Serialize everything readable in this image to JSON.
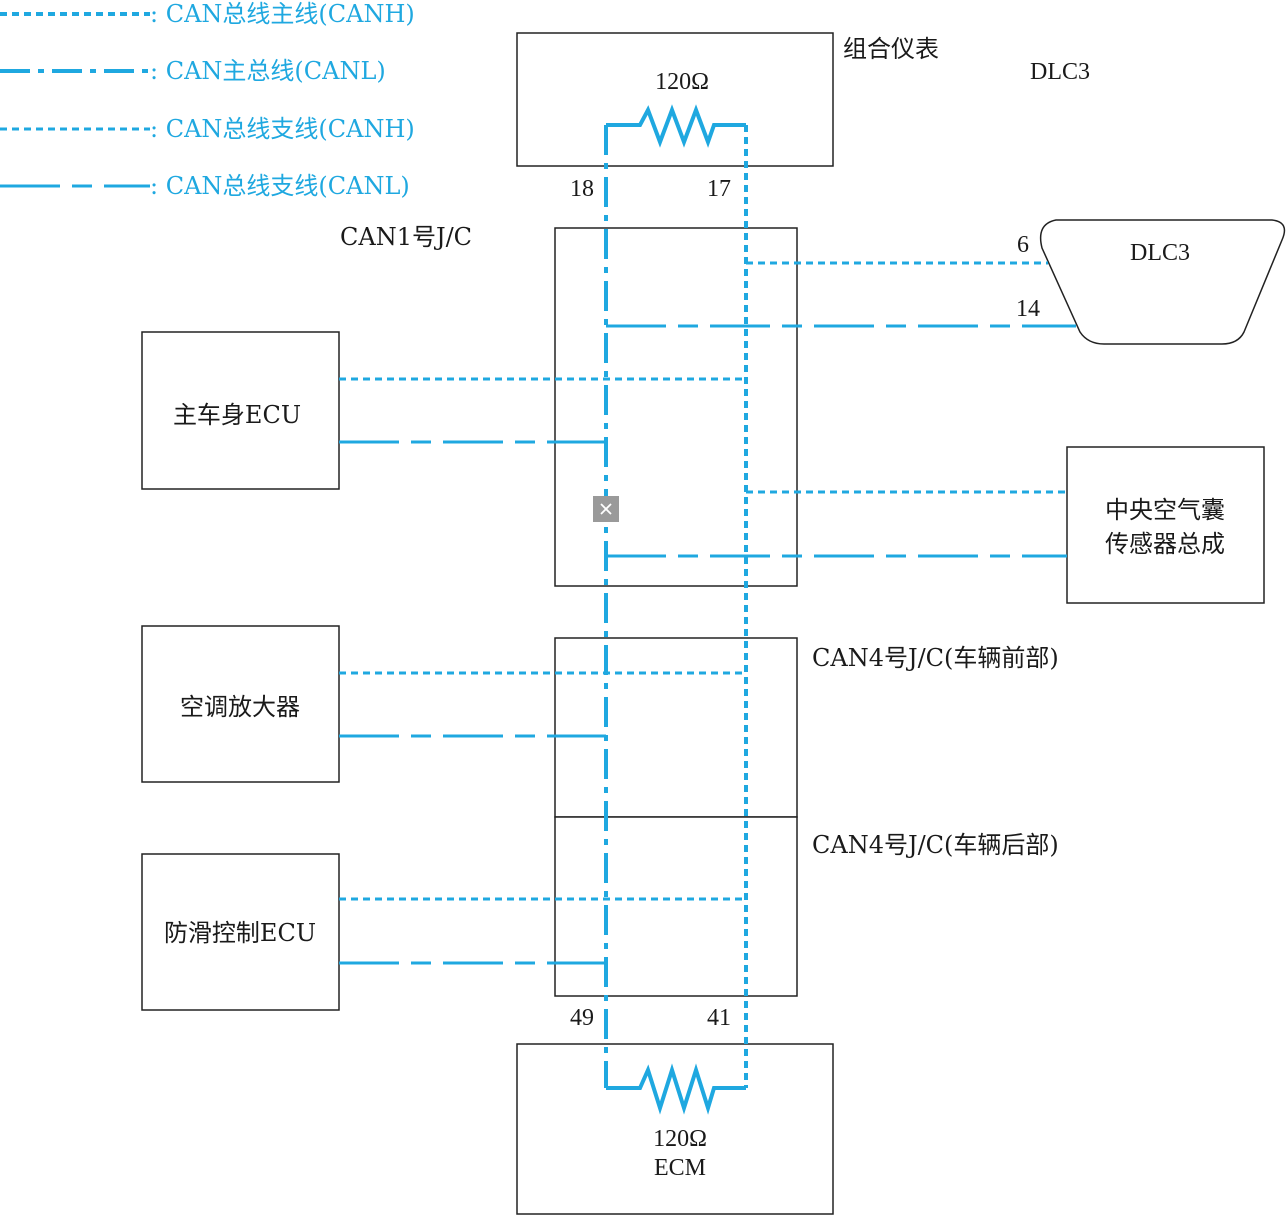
{
  "colors": {
    "wire": "#1fa8e0",
    "box_stroke": "#222222",
    "text": "#1a1a1a"
  },
  "legend": [
    {
      "label": ": CAN总线主线(CANH)"
    },
    {
      "label": ": CAN主总线(CANL)"
    },
    {
      "label": ": CAN总线支线(CANH)"
    },
    {
      "label": ": CAN总线支线(CANL)"
    }
  ],
  "components": {
    "combination_meter": {
      "label": "组合仪表",
      "resistor": "120Ω",
      "pin_l": "18",
      "pin_h": "17"
    },
    "dlc3_top": "DLC3",
    "can1_jc": "CAN1号J/C",
    "dlc3": {
      "label": "DLC3",
      "pin_h": "6",
      "pin_l": "14"
    },
    "main_body_ecu": "主车身ECU",
    "airbag_sensor": {
      "line1": "中央空气囊",
      "line2": "传感器总成"
    },
    "ac_amplifier": "空调放大器",
    "can4_front": "CAN4号J/C(车辆前部)",
    "can4_rear": "CAN4号J/C(车辆后部)",
    "skid_control_ecu": "防滑控制ECU",
    "ecm": {
      "label": "ECM",
      "resistor": "120Ω",
      "pin_l": "49",
      "pin_h": "41"
    }
  },
  "icons": {
    "broken_image": "close-icon"
  }
}
